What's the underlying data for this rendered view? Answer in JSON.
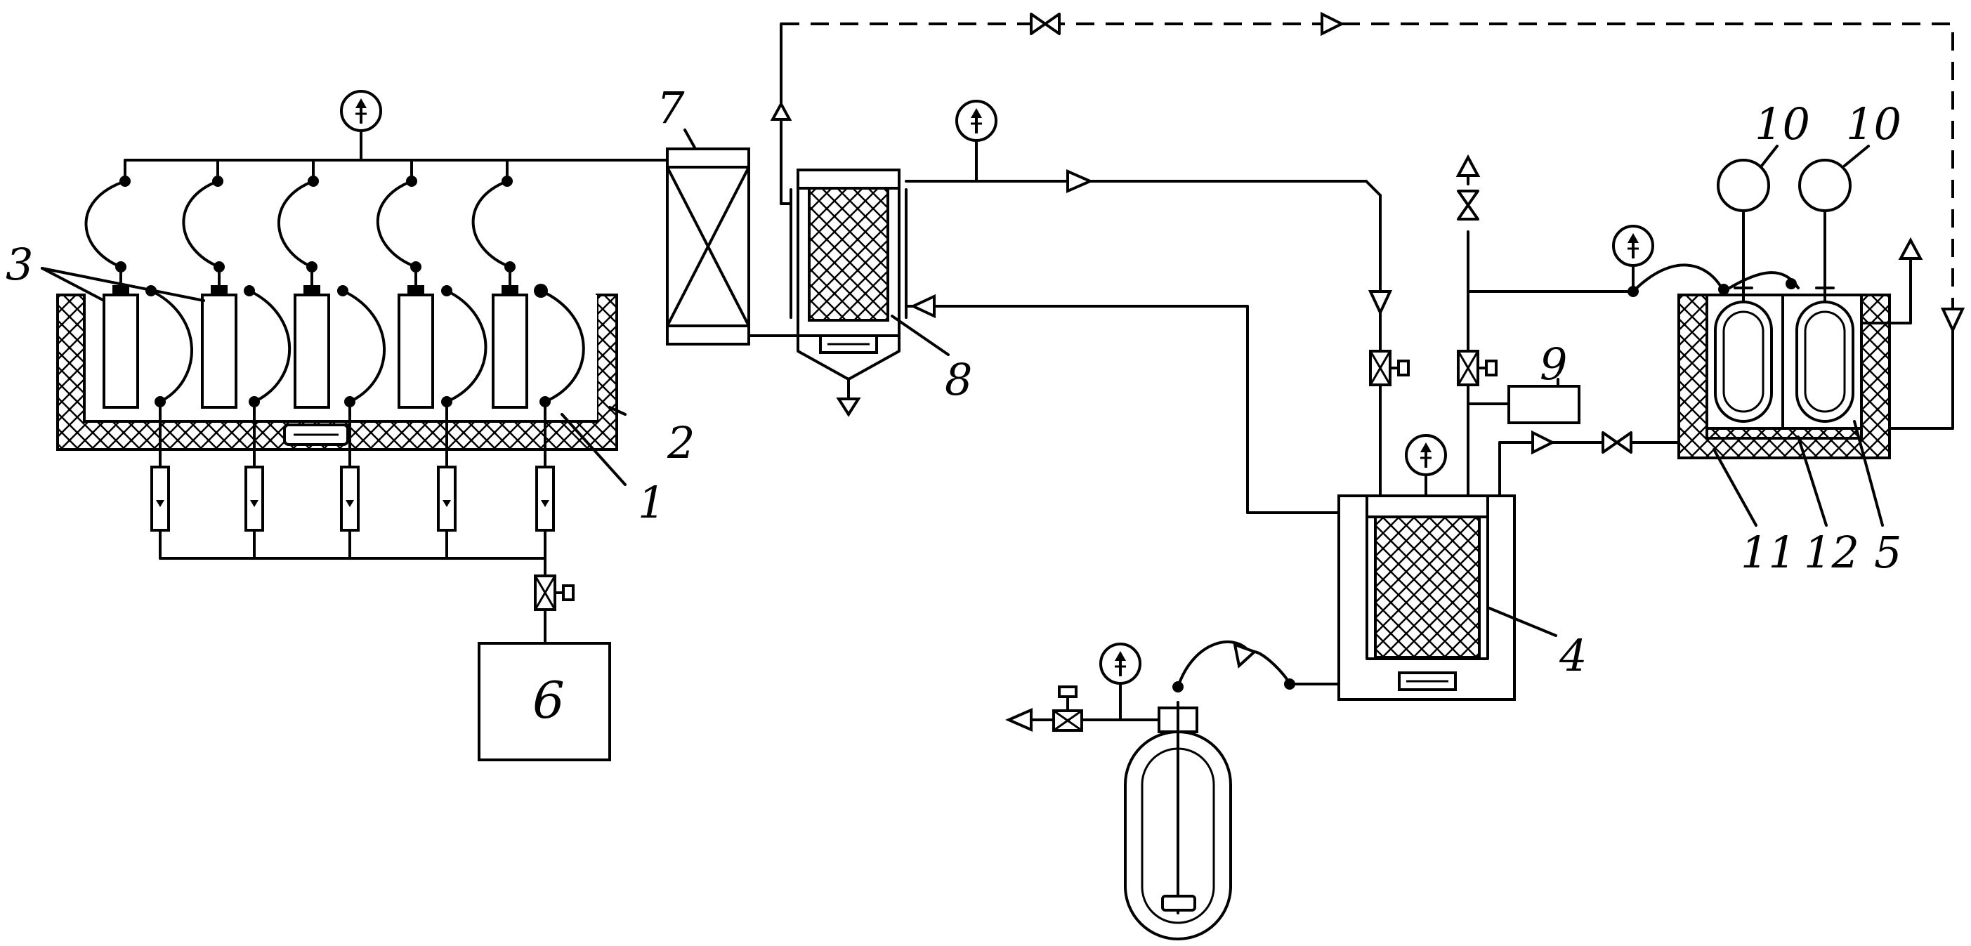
{
  "labels": {
    "l1": "1",
    "l2": "2",
    "l3": "3",
    "l4": "4",
    "l5": "5",
    "l6": "6",
    "l7": "7",
    "l8": "8",
    "l9": "9",
    "l10a": "10",
    "l10b": "10",
    "l11": "11",
    "l12": "12"
  }
}
